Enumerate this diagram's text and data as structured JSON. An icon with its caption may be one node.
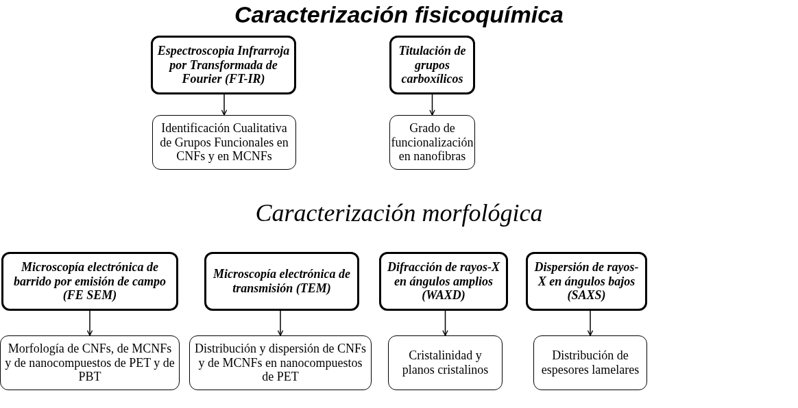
{
  "diagram": {
    "nodes": [
      {
        "text": [
          "Espectroscopia Infrarroja por Transformada de Fourier (FT-IR)"
        ]
      },
      {
        "text": [
          "Titulación de grupos carboxílicos"
        ]
      },
      {
        "text": [
          "Identificación Cualitativa de Grupos Funcionales en CNFs y en MCNFs"
        ]
      },
      {
        "text": [
          "Grado de funcionalización en nanofibras"
        ]
      },
      {
        "text": [
          "Microscopía electrónica de barrido por emisión de campo (FE SEM)"
        ]
      },
      {
        "text": [
          "Microscopía electrónica de transmisión (TEM)"
        ]
      },
      {
        "text": [
          "Difracción de rayos-X en ángulos amplios (WAXD)"
        ]
      },
      {
        "text": [
          "Dispersión de rayos-X en ángulos bajos (SAXS)"
        ]
      },
      {
        "text": [
          "Morfología de CNFs, de MCNFs y de nanocompuestos de PET y de PBT"
        ]
      },
      {
        "text": [
          "Distribución y dispersión de CNFs y de MCNFs en nanocompuestos de PET"
        ]
      },
      {
        "text": [
          "Cristalinidad y planos cristalinos"
        ]
      },
      {
        "text": [
          "Distribución de espesores lamelares"
        ]
      }
    ],
    "edges": [
      {
        "from": 0,
        "to": 2,
        "arrow": "to"
      },
      {
        "from": 1,
        "to": 3,
        "arrow": "to"
      },
      {
        "from": 4,
        "to": 8,
        "arrow": "to"
      },
      {
        "from": 5,
        "to": 9,
        "arrow": "to"
      },
      {
        "from": 6,
        "to": 10,
        "arrow": "to"
      },
      {
        "from": 7,
        "to": 11,
        "arrow": "to"
      }
    ],
    "labels": [
      "Caracterización fisicoquímica",
      "Caracterización morfológica"
    ]
  }
}
